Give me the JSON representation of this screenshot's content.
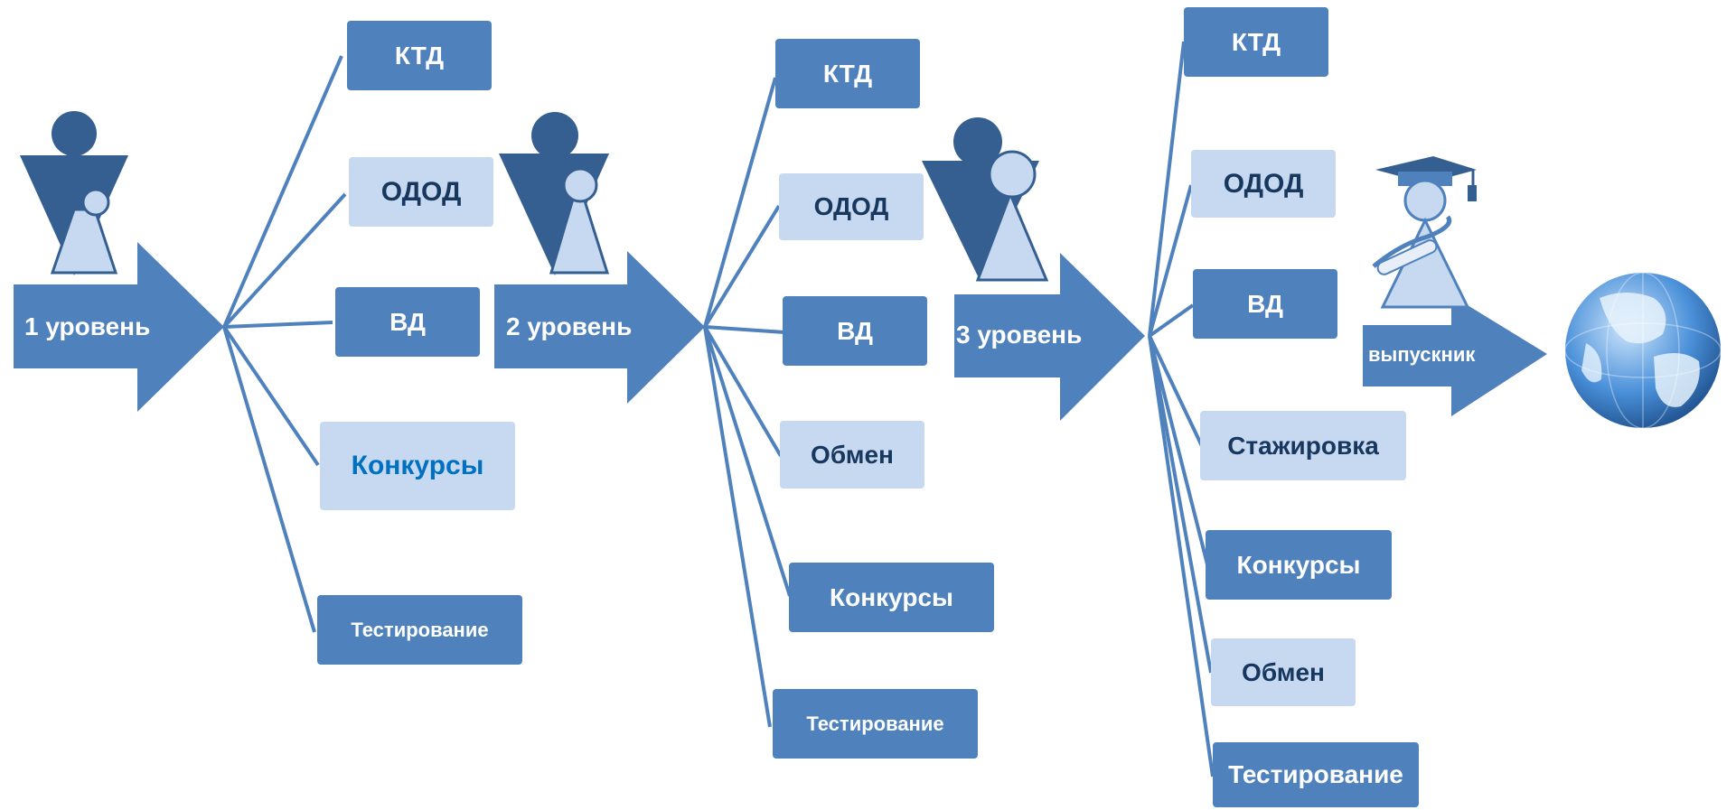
{
  "colors": {
    "primary": "#4f81bd",
    "light": "#c6d9f1",
    "figure_dark": "#365f91",
    "text_dark": "#17375e",
    "accent_text": "#0070c0"
  },
  "levels": [
    {
      "label": "1 уровень"
    },
    {
      "label": "2 уровень"
    },
    {
      "label": "3 уровень"
    },
    {
      "label": "выпускник"
    }
  ],
  "branches": {
    "level1": [
      "КТД",
      "ОДОД",
      "ВД",
      "Конкурсы",
      "Тестирование"
    ],
    "level2": [
      "КТД",
      "ОДОД",
      "ВД",
      "Обмен",
      "Конкурсы",
      "Тестирование"
    ],
    "level3": [
      "КТД",
      "ОДОД",
      "ВД",
      "Стажировка",
      "Конкурсы",
      "Обмен",
      "Тестирование"
    ]
  },
  "icons": [
    "person-icon",
    "person-icon",
    "person-icon",
    "graduate-icon",
    "globe-icon"
  ]
}
